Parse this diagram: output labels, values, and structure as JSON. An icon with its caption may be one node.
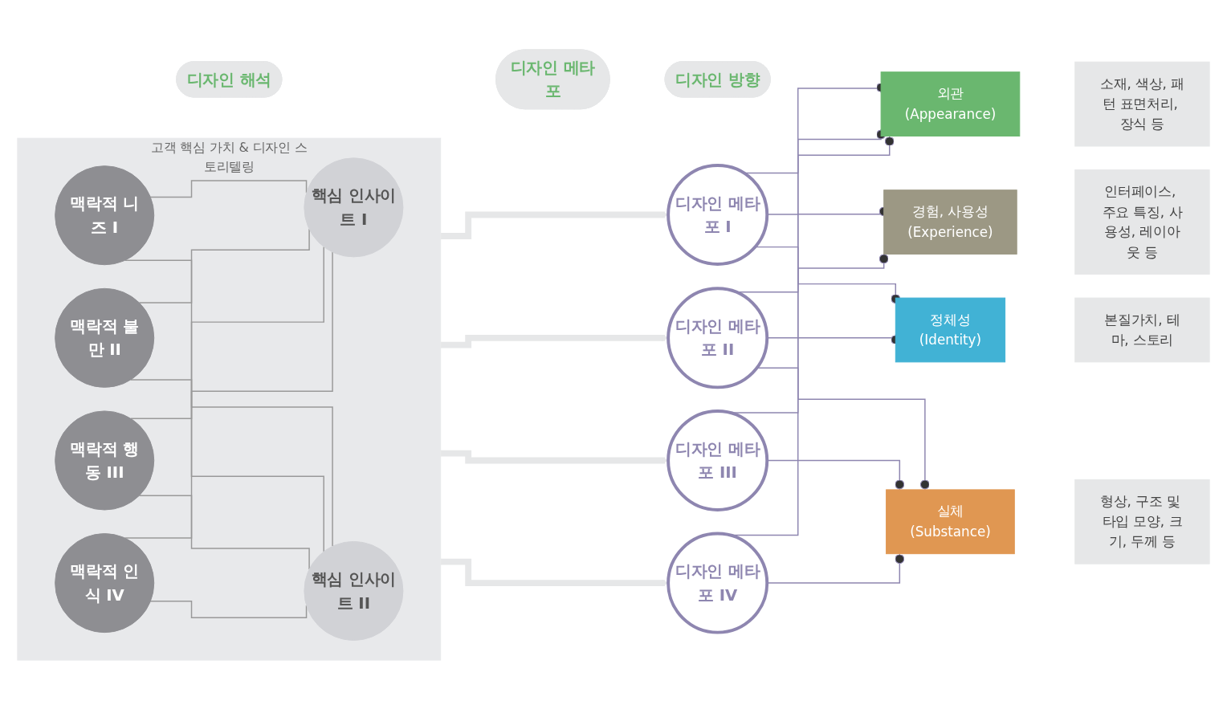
{
  "diagram": {
    "nodes": [
      {
        "text": [
          "디자인 해석"
        ]
      },
      {
        "text": [
          "디자인 메타포"
        ]
      },
      {
        "text": [
          "디자인 방향"
        ]
      },
      {
        "text": [
          "고객 핵심 가치 & 디자인 스토리텔링"
        ]
      },
      {
        "text": [
          "맥락적 니즈 I"
        ],
        "in": 3
      },
      {
        "text": [
          "맥락적 불만 II"
        ],
        "in": 3
      },
      {
        "text": [
          "맥락적 행동 III"
        ],
        "in": 3
      },
      {
        "text": [
          "맥락적 인식 IV"
        ],
        "in": 3
      },
      {
        "text": [
          "핵심 인사이트 I"
        ],
        "in": 3
      },
      {
        "text": [
          "핵심 인사이트 II"
        ],
        "in": 3
      },
      {
        "text": [
          "디자인 메타포 I"
        ]
      },
      {
        "text": [
          "디자인 메타포 II"
        ]
      },
      {
        "text": [
          "디자인 메타포 III"
        ]
      },
      {
        "text": [
          "디자인 메타포 IV"
        ]
      },
      {
        "text": [
          "외관",
          "(Appearance)"
        ]
      },
      {
        "text": [
          "소재, 색상, 패턴 표면처리, 장식 등"
        ]
      },
      {
        "text": [
          "실체",
          "(Substance)"
        ]
      },
      {
        "text": [
          "형상, 구조 및 타입 모양, 크기, 두께 등"
        ]
      },
      {
        "text": [
          "경험, 사용성",
          "(Experience)"
        ]
      },
      {
        "text": [
          "인터페이스, 주요 특징, 사용성, 레이아웃 등"
        ]
      },
      {
        "text": [
          "정체성",
          "(Identity)"
        ]
      },
      {
        "text": [
          "본질가치, 테마, 스토리"
        ]
      }
    ],
    "edges": [
      {
        "from": 4,
        "to": 8,
        "arrow": "none",
        "color": "#999999"
      },
      {
        "from": 4,
        "to": 9,
        "arrow": "none",
        "color": "#999999"
      },
      {
        "from": 5,
        "to": 8,
        "arrow": "none",
        "color": "#999999"
      },
      {
        "from": 5,
        "to": 9,
        "arrow": "none",
        "color": "#999999"
      },
      {
        "from": 6,
        "to": 8,
        "arrow": "none",
        "color": "#999999"
      },
      {
        "from": 6,
        "to": 9,
        "arrow": "none",
        "color": "#999999"
      },
      {
        "from": 7,
        "to": 8,
        "arrow": "none",
        "color": "#999999"
      },
      {
        "from": 7,
        "to": 9,
        "arrow": "none",
        "color": "#999999"
      },
      {
        "from": 3,
        "to": 10,
        "arrow": "to",
        "color": "#e6e7e8",
        "style": "thick"
      },
      {
        "from": 3,
        "to": 11,
        "arrow": "to",
        "color": "#e6e7e8",
        "style": "thick"
      },
      {
        "from": 3,
        "to": 12,
        "arrow": "to",
        "color": "#e6e7e8",
        "style": "thick"
      },
      {
        "from": 3,
        "to": 13,
        "arrow": "to",
        "color": "#e6e7e8",
        "style": "thick"
      },
      {
        "from": 10,
        "to": 14,
        "arrow": "other"
      },
      {
        "from": 10,
        "to": 18,
        "arrow": "other"
      },
      {
        "from": 10,
        "to": 20,
        "arrow": "other"
      },
      {
        "from": 11,
        "to": 14,
        "arrow": "other"
      },
      {
        "from": 11,
        "to": 16,
        "arrow": "other"
      },
      {
        "from": 11,
        "to": 20,
        "arrow": "other"
      },
      {
        "from": 12,
        "to": 14,
        "arrow": "other"
      },
      {
        "from": 12,
        "to": 16,
        "arrow": "other"
      },
      {
        "from": 13,
        "to": 16,
        "arrow": "other"
      },
      {
        "from": 13,
        "to": 18,
        "arrow": "other"
      }
    ]
  }
}
